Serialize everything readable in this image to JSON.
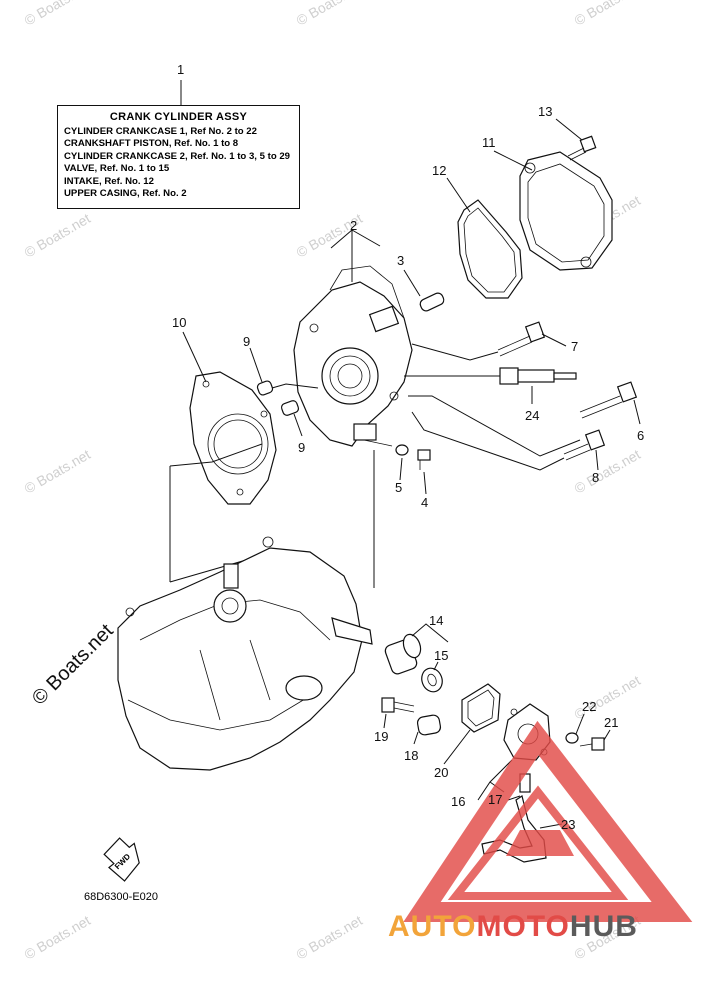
{
  "legend": {
    "callout": "1",
    "title": "CRANK CYLINDER ASSY",
    "lines": [
      "CYLINDER CRANKCASE 1,  Ref No. 2 to 22",
      "CRANKSHAFT PISTON,  Ref. No. 1 to 8",
      "CYLINDER CRANKCASE 2,  Ref. No. 1 to 3, 5 to 29",
      "VALVE,  Ref. No. 1 to 15",
      "INTAKE,  Ref. No. 12",
      "UPPER CASING,  Ref. No. 2"
    ]
  },
  "callouts": [
    "2",
    "3",
    "4",
    "5",
    "6",
    "7",
    "8",
    "9",
    "9",
    "10",
    "11",
    "12",
    "13",
    "14",
    "15",
    "16",
    "17",
    "18",
    "19",
    "20",
    "21",
    "22",
    "23",
    "24"
  ],
  "diagram_code": "68D6300-E020",
  "fwd_label": "FWD",
  "watermark": "© Boats.net",
  "big_watermark": "© Boats.net",
  "brand": {
    "part1": "AUTO",
    "part2": "MOTO",
    "part3": "HUB"
  },
  "colors": {
    "brand_orange": "#f2a43a",
    "brand_red": "#e24b47",
    "brand_gray": "#5b5b5b",
    "logo_red": "#e24b47"
  }
}
